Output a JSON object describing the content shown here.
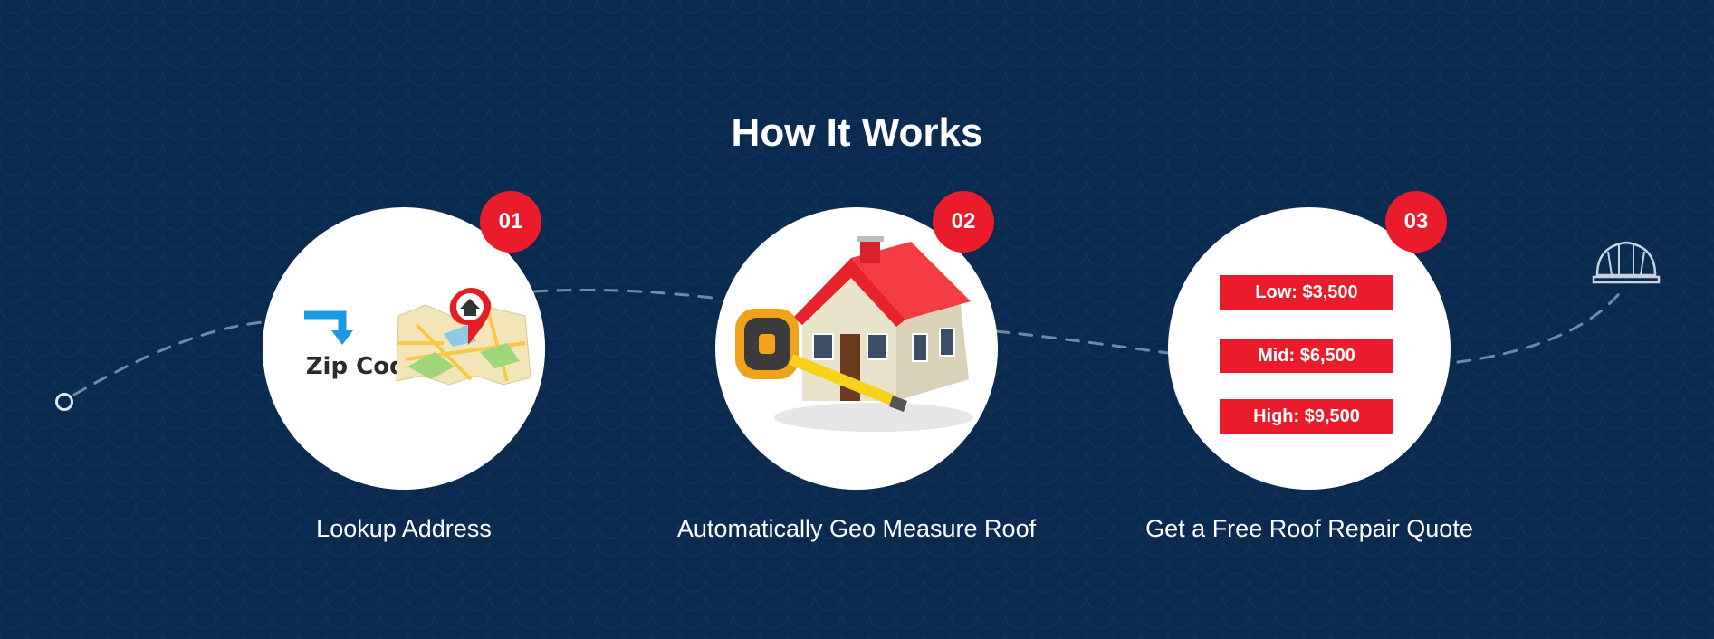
{
  "section": {
    "title": "How It Works"
  },
  "steps": [
    {
      "number": "01",
      "label": "Lookup Address",
      "image_text": "Zip Code",
      "icon": "zip-map-pin-icon"
    },
    {
      "number": "02",
      "label": "Automatically Geo Measure Roof",
      "icon": "house-tape-measure-icon"
    },
    {
      "number": "03",
      "label": "Get a Free Roof Repair Quote",
      "prices": [
        "Low: $3,500",
        "Mid: $6,500",
        "High: $9,500"
      ]
    }
  ],
  "colors": {
    "background": "#0b2a50",
    "accent": "#ea1c2b",
    "text": "#ffffff"
  },
  "decor": {
    "start_icon": "circle-dot-icon",
    "end_icon": "hard-hat-icon"
  }
}
